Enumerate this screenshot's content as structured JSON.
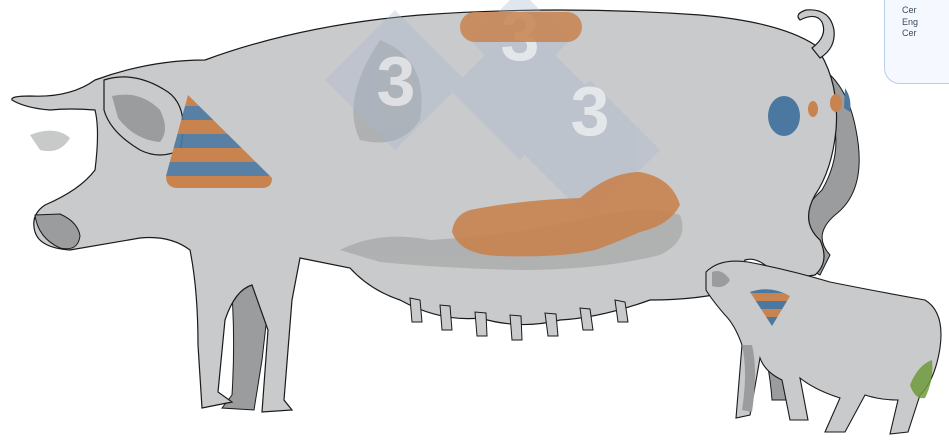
{
  "legend": {
    "lines": [
      "Cer",
      "Eng",
      "Cer"
    ]
  },
  "watermark": {
    "text": "3"
  },
  "colors": {
    "body_fill": "#c9cacb",
    "shadow": "#9b9c9d",
    "outline": "#1a1a1a",
    "orange": "#c8834f",
    "blue": "#4a78a0",
    "green": "#6f9a3c",
    "watermark": "#a8b8d0"
  }
}
